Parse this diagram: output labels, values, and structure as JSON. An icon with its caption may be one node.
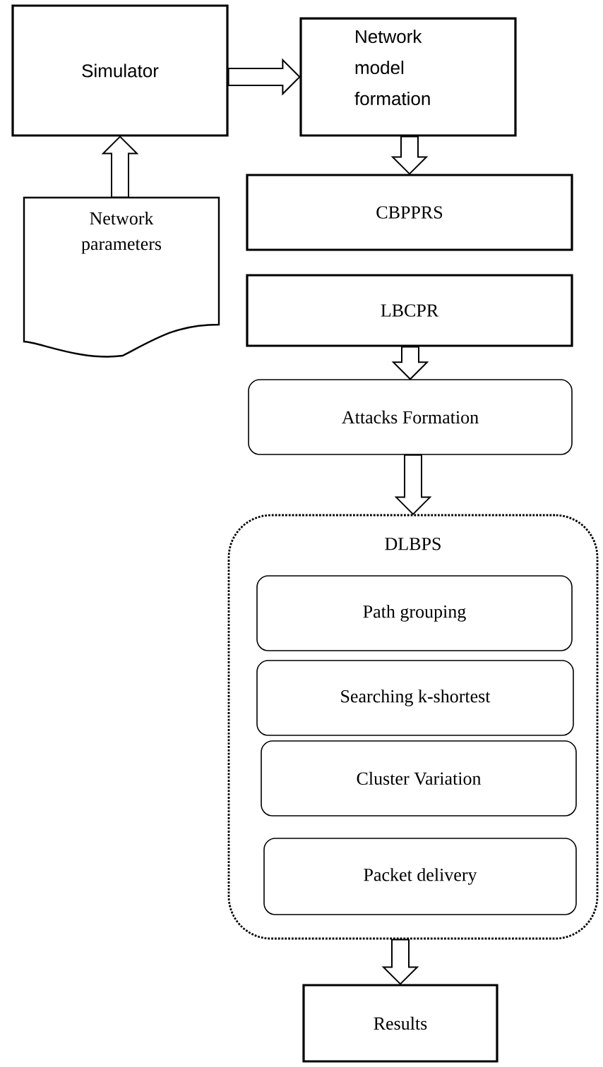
{
  "diagram": {
    "nodes": [
      {
        "text": [
          "Simulator"
        ]
      },
      {
        "text": [
          "Network model formation"
        ]
      },
      {
        "text": [
          "Network parameters"
        ]
      },
      {
        "text": [
          "CBPPRS"
        ]
      },
      {
        "text": [
          "LBCPR"
        ]
      },
      {
        "text": [
          "Attacks Formation"
        ]
      },
      {
        "text": [
          "DLBPS"
        ]
      },
      {
        "text": [
          "Path grouping"
        ],
        "in": 6
      },
      {
        "text": [
          "Searching k-shortest"
        ],
        "in": 6
      },
      {
        "text": [
          "Cluster Variation"
        ],
        "in": 6
      },
      {
        "text": [
          "Packet delivery"
        ],
        "in": 6
      },
      {
        "text": [
          "Results"
        ]
      }
    ],
    "edges": [
      {
        "from": 2,
        "to": 0,
        "arrow": "to"
      },
      {
        "from": 0,
        "to": 1,
        "arrow": "to"
      },
      {
        "from": 1,
        "to": 3,
        "arrow": "to"
      },
      {
        "from": 4,
        "to": 5,
        "arrow": "to"
      },
      {
        "from": 5,
        "to": 6,
        "arrow": "to"
      },
      {
        "from": 6,
        "to": 11,
        "arrow": "to"
      }
    ]
  }
}
